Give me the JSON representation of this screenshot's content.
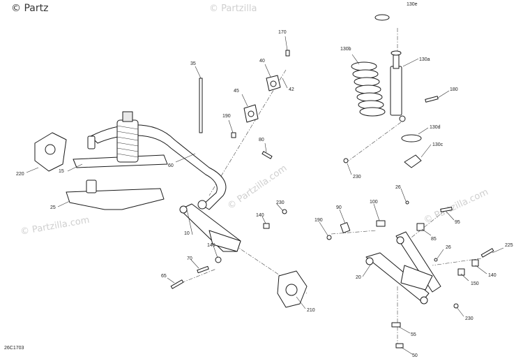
{
  "watermark": {
    "top_left": "© Partz",
    "top_right": "© Partzilla",
    "center": "© Partzilla.com",
    "left": "© Partzilla.com",
    "right": "© Partzilla.com"
  },
  "figure_code": "26C1703",
  "callouts": [
    {
      "id": "130e",
      "text": "130e"
    },
    {
      "id": "170",
      "text": "170"
    },
    {
      "id": "130b",
      "text": "130b"
    },
    {
      "id": "130a",
      "text": "130a"
    },
    {
      "id": "35",
      "text": "35"
    },
    {
      "id": "40",
      "text": "40"
    },
    {
      "id": "42",
      "text": "42"
    },
    {
      "id": "45",
      "text": "45"
    },
    {
      "id": "180",
      "text": "180"
    },
    {
      "id": "190a",
      "text": "190"
    },
    {
      "id": "130d",
      "text": "130d"
    },
    {
      "id": "80",
      "text": "80"
    },
    {
      "id": "130c",
      "text": "130c"
    },
    {
      "id": "60",
      "text": "60"
    },
    {
      "id": "15",
      "text": "15"
    },
    {
      "id": "220",
      "text": "220"
    },
    {
      "id": "230a",
      "text": "230"
    },
    {
      "id": "26a",
      "text": "26"
    },
    {
      "id": "25",
      "text": "25"
    },
    {
      "id": "230b",
      "text": "230"
    },
    {
      "id": "100",
      "text": "100"
    },
    {
      "id": "90",
      "text": "90"
    },
    {
      "id": "10",
      "text": "10"
    },
    {
      "id": "140a",
      "text": "140"
    },
    {
      "id": "190b",
      "text": "190"
    },
    {
      "id": "95",
      "text": "95"
    },
    {
      "id": "85",
      "text": "85"
    },
    {
      "id": "140b",
      "text": "140"
    },
    {
      "id": "26b",
      "text": "26"
    },
    {
      "id": "225",
      "text": "225"
    },
    {
      "id": "70",
      "text": "70"
    },
    {
      "id": "20",
      "text": "20"
    },
    {
      "id": "140c",
      "text": "140"
    },
    {
      "id": "65",
      "text": "65"
    },
    {
      "id": "150",
      "text": "150"
    },
    {
      "id": "210",
      "text": "210"
    },
    {
      "id": "230c",
      "text": "230"
    },
    {
      "id": "55",
      "text": "55"
    },
    {
      "id": "50",
      "text": "50"
    }
  ]
}
